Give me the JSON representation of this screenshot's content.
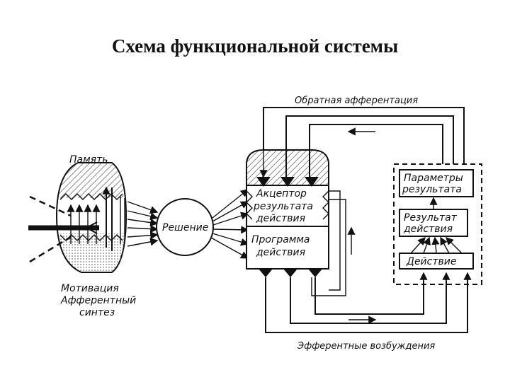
{
  "title": "Схема функциональной системы",
  "labels": {
    "memory": "Память",
    "motivation": "Мотивация",
    "afferent_synthesis_1": "Афферентный",
    "afferent_synthesis_2": "синтез",
    "decision": "Решение",
    "acceptor_1": "Акцептор",
    "acceptor_2": "результата",
    "acceptor_3": "действия",
    "program_1": "Программа",
    "program_2": "действия",
    "params_1": "Параметры",
    "params_2": "результата",
    "result_1": "Результат",
    "result_2": "действия",
    "action": "Действие",
    "feedback": "Обратная афферентация",
    "efferent": "Эфферентные возбуждения"
  }
}
